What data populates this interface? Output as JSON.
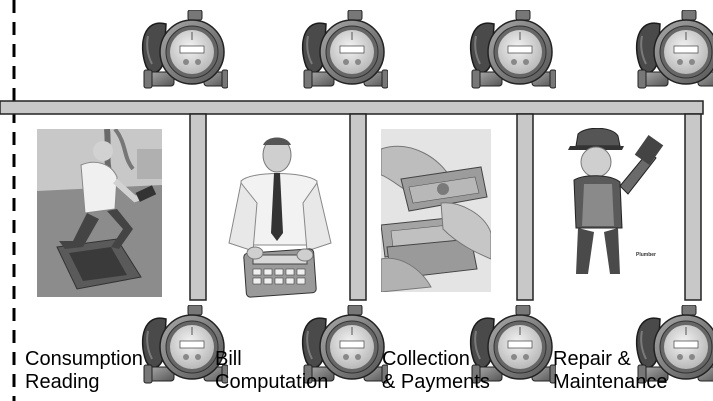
{
  "labels": {
    "consumption": [
      "Consumption",
      "Reading"
    ],
    "bill": [
      "Bill",
      "Computation"
    ],
    "collection": [
      "Collection",
      "& Payments"
    ],
    "repair": [
      "Repair &",
      "Maintenance"
    ]
  },
  "photos": {
    "repair_caption": "Plumber"
  },
  "colors": {
    "pipe_fill": "#c8c8c8",
    "pipe_stroke": "#222222",
    "meter_body": "#8a8a8a",
    "meter_dark": "#3a3a3a",
    "dial_face": "#e6e6e6"
  },
  "icons": {
    "meter": "water-meter-icon"
  }
}
